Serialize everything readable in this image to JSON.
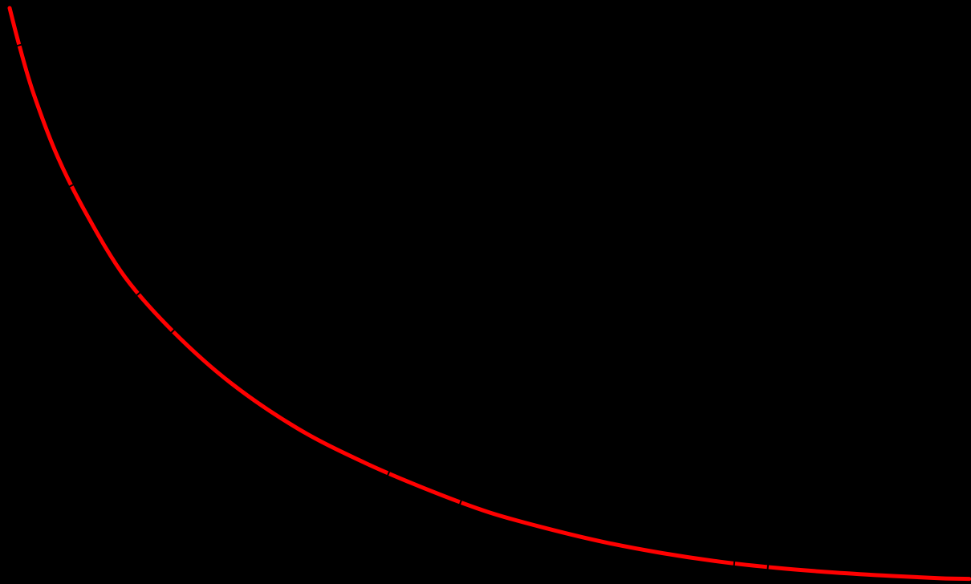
{
  "chart_data": {
    "type": "line",
    "series": [
      {
        "color": "#ff0000",
        "points": [
          [
            0.0,
            1.0
          ],
          [
            0.01,
            0.935
          ],
          [
            0.025,
            0.85
          ],
          [
            0.05,
            0.74
          ],
          [
            0.08,
            0.64
          ],
          [
            0.12,
            0.53
          ],
          [
            0.17,
            0.435
          ],
          [
            0.23,
            0.345
          ],
          [
            0.3,
            0.265
          ],
          [
            0.37,
            0.205
          ],
          [
            0.44,
            0.155
          ],
          [
            0.5,
            0.118
          ],
          [
            0.56,
            0.09
          ],
          [
            0.62,
            0.066
          ],
          [
            0.68,
            0.047
          ],
          [
            0.74,
            0.032
          ],
          [
            0.8,
            0.021
          ],
          [
            0.86,
            0.013
          ],
          [
            0.92,
            0.007
          ],
          [
            0.97,
            0.003
          ],
          [
            1.0,
            0.002
          ]
        ],
        "tick_marks_x": [
          0.01,
          0.065,
          0.135,
          0.17,
          0.395,
          0.47,
          0.755,
          0.79
        ]
      }
    ],
    "xlim": [
      0,
      1
    ],
    "ylim": [
      0,
      1
    ],
    "grid": false,
    "background": "#000000"
  }
}
